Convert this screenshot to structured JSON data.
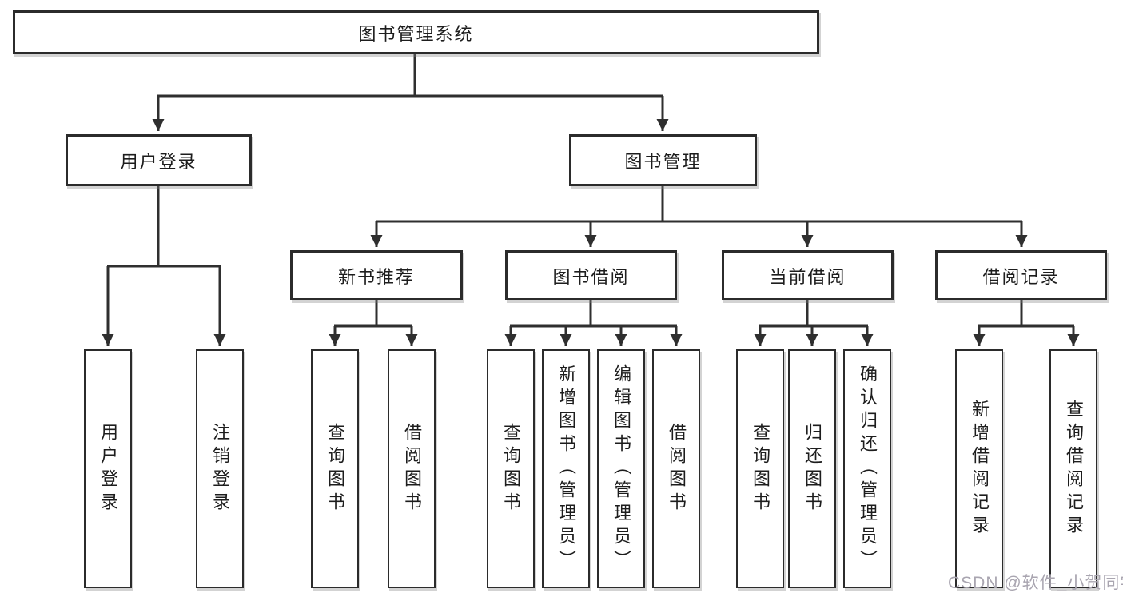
{
  "nodes": {
    "root": "图书管理系统",
    "l2": [
      "用户登录",
      "图书管理"
    ],
    "l3": [
      "新书推荐",
      "图书借阅",
      "当前借阅",
      "借阅记录"
    ],
    "g1": [
      "用户登录",
      "注销登录"
    ],
    "g2": [
      "查询图书",
      "借阅图书"
    ],
    "g3": [
      "查询图书",
      "新增图书（管理员）",
      "编辑图书（管理员）",
      "借阅图书"
    ],
    "g4": [
      "查询图书",
      "归还图书",
      "确认归还（管理员）"
    ],
    "g5": [
      "新增借阅记录",
      "查询借阅记录"
    ]
  },
  "watermark": "CSDN @软件_小贺同学",
  "colors": {
    "line": "#2f2f2f",
    "box_border": "#2b2b2b",
    "background": "#ffffff",
    "watermark_text": "#a9a5b0"
  }
}
